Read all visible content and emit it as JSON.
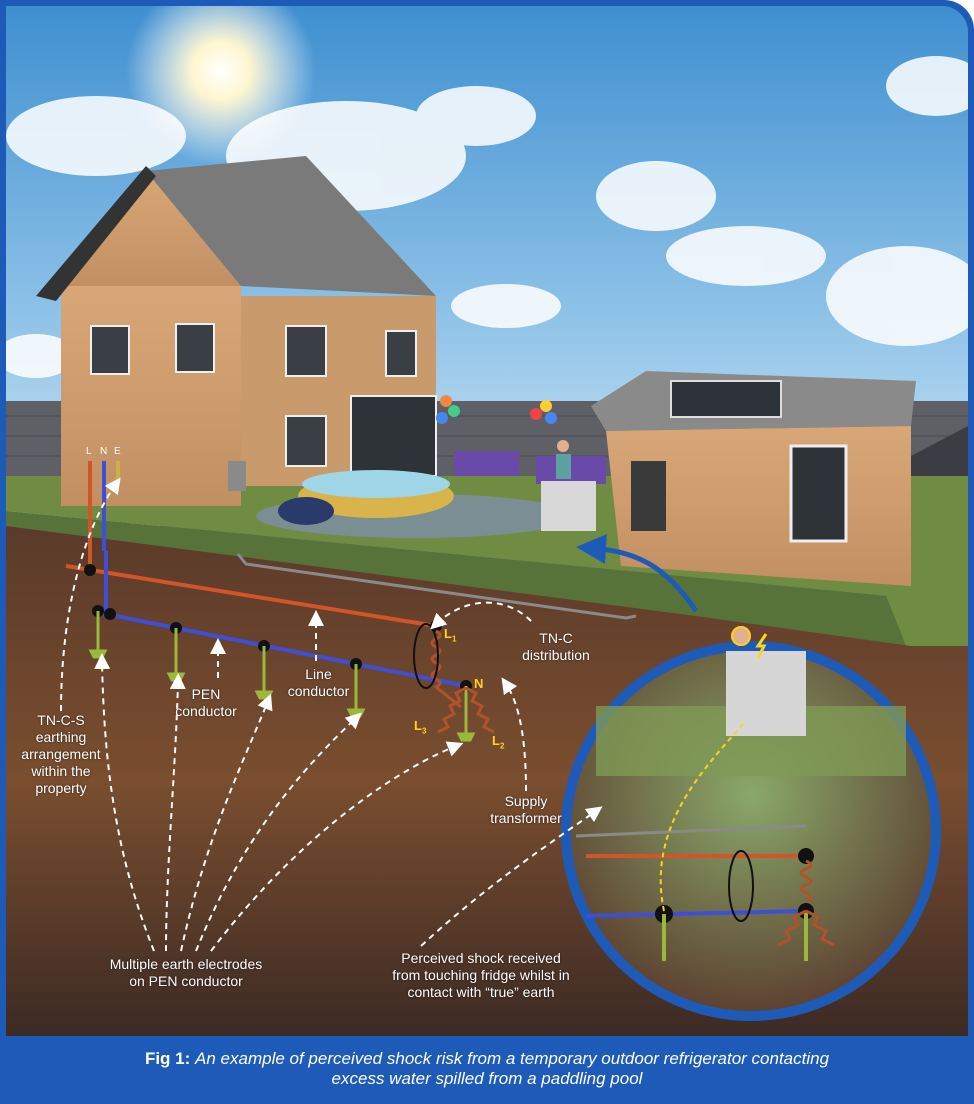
{
  "wire_letters": [
    "L",
    "N",
    "E"
  ],
  "phase_labels": {
    "l1": "L",
    "l1_sub": "1",
    "n": "N",
    "l2": "L",
    "l2_sub": "2",
    "l3": "L",
    "l3_sub": "3"
  },
  "labels": {
    "tn_c_distribution": [
      "TN-C",
      "distribution"
    ],
    "pen_conductor": [
      "PEN",
      "conductor"
    ],
    "line_conductor": [
      "Line",
      "conductor"
    ],
    "tn_c_s": [
      "TN-C-S",
      "earthing",
      "arrangement",
      "within the",
      "property"
    ],
    "supply_transformer": [
      "Supply",
      "transformer"
    ],
    "multiple_electrodes": [
      "Multiple earth electrodes",
      "on PEN conductor"
    ],
    "perceived_shock": [
      "Perceived shock received",
      "from touching fridge whilst in",
      "contact with “true” earth"
    ]
  },
  "caption": {
    "lead": "Fig 1:",
    "line1": "An example of perceived shock risk from a temporary outdoor refrigerator contacting",
    "line2": "excess water spilled from a paddling pool"
  },
  "colors": {
    "frame": "#1e5bb8",
    "line_conductor": "#d2552a",
    "pen_conductor": "#3d4fd6",
    "earth_conductor": "#c9b24a",
    "electrode": "#9ab83a",
    "coil": "#b0522a",
    "callout": "#ffd21f"
  }
}
